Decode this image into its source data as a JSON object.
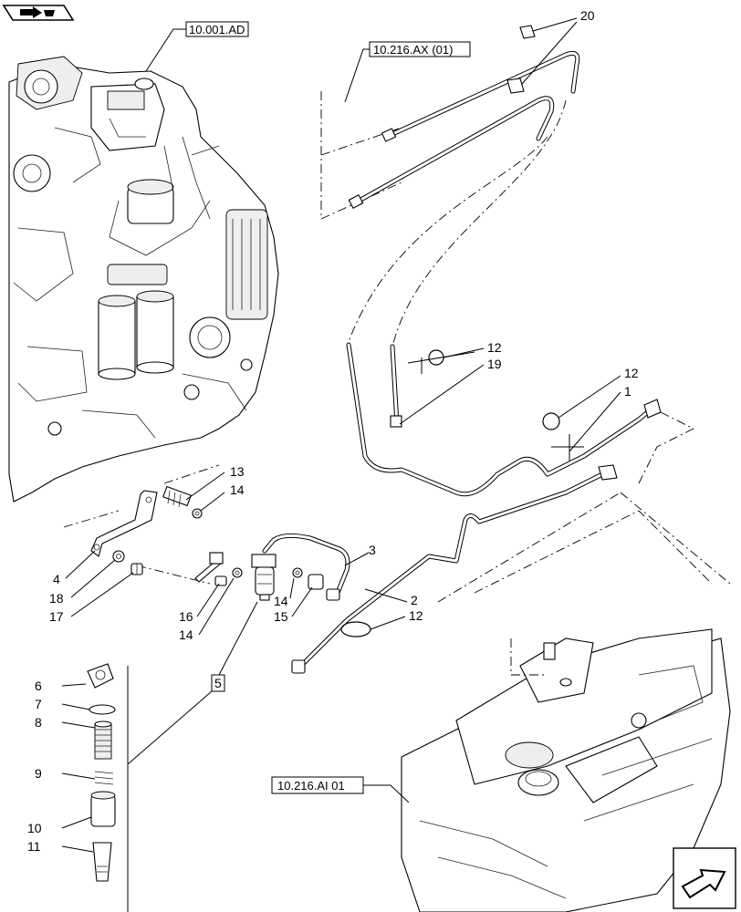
{
  "references": {
    "engine": "10.001.AD",
    "hose_kit": "10.216.AX (01)",
    "tank": "10.216.AI 01"
  },
  "callouts": {
    "c1": "1",
    "c2": "2",
    "c3": "3",
    "c4": "4",
    "c5": "5",
    "c6": "6",
    "c7": "7",
    "c8": "8",
    "c9": "9",
    "c10": "10",
    "c11": "11",
    "c12a": "12",
    "c12b": "12",
    "c12c": "12",
    "c13": "13",
    "c14a": "14",
    "c14b": "14",
    "c14c": "14",
    "c15": "15",
    "c16": "16",
    "c17": "17",
    "c18": "18",
    "c19": "19",
    "c20": "20"
  },
  "icons": {
    "top_left": "book-arrow-icon",
    "bottom_right": "next-page-arrow-icon"
  }
}
